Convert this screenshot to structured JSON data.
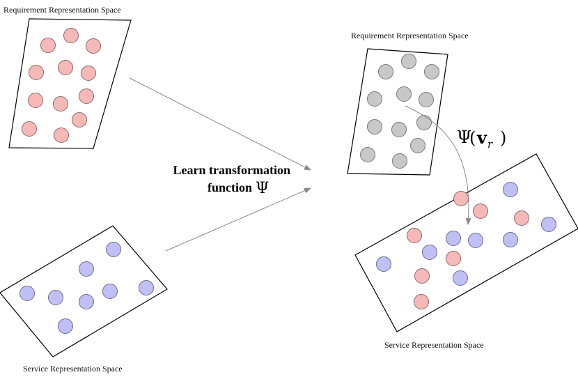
{
  "labels": {
    "req_left": "Requirement Representation Space",
    "svc_left": "Service Representation Space",
    "req_right": "Requirement Representation Space",
    "svc_right": "Service Representation Space",
    "learn_line1": "Learn transformation",
    "learn_line2": "function",
    "psi_symbol": "Ψ",
    "psi": "Ψ",
    "psi_open": "(",
    "psi_v": "v",
    "psi_sub": "r",
    "psi_close": ")"
  },
  "colors": {
    "requirement_fill": "#f7b8b8",
    "requirement_stroke": "#8a6a6a",
    "service_fill": "#c0c0f7",
    "service_stroke": "#6a6a8a",
    "transformed_fill": "#c8c8c8",
    "transformed_stroke": "#777777",
    "arrow": "#888888",
    "panel_stroke": "#000000"
  }
}
